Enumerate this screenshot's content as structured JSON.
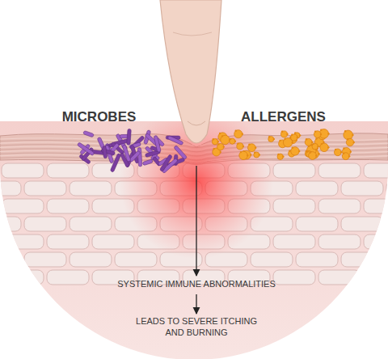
{
  "diagram": {
    "labels": [
      "MICROBES",
      "ALLERGENS",
      "SYSTEMIC IMMUNE ABNORMALITIES",
      "LEADS TO SEVERE ITCHING AND BURNING"
    ]
  }
}
